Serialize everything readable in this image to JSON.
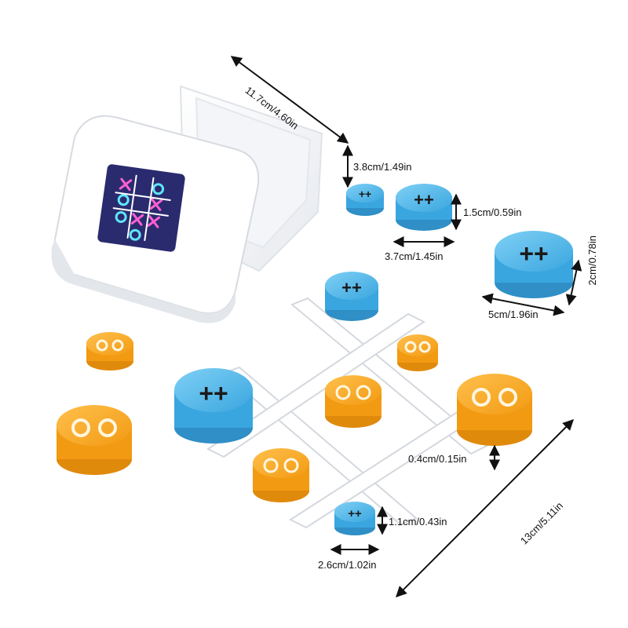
{
  "scene": {
    "subject": "tic-tac-toe travel game with storage box",
    "colors": {
      "background": "#ffffff",
      "box": "#ffffff",
      "box_shadow": "#dcdfe3",
      "x_piece": "#4fb3e8",
      "x_piece_dark": "#2f8fc6",
      "o_piece": "#f5a623",
      "o_piece_dark": "#e08a0c",
      "mark": "#1a1a1a",
      "ring": "#fff6e0",
      "grid": "#ffffff",
      "lid_panel": "#2a2b6e",
      "neon_pink": "#ff5fd2",
      "neon_cyan": "#5fe6ff"
    },
    "dimensions": {
      "box_width": "11.7cm/4.60in",
      "box_height": "3.8cm/1.49in",
      "medium_height": "1.5cm/0.59in",
      "medium_diameter": "3.7cm/1.45in",
      "large_height": "2cm/0.78in",
      "large_diameter": "5cm/1.96in",
      "grid_thickness": "0.4cm/0.15in",
      "small_height": "1.1cm/0.43in",
      "small_diameter": "2.6cm/1.02in",
      "grid_size": "13cm/5.11in"
    }
  }
}
